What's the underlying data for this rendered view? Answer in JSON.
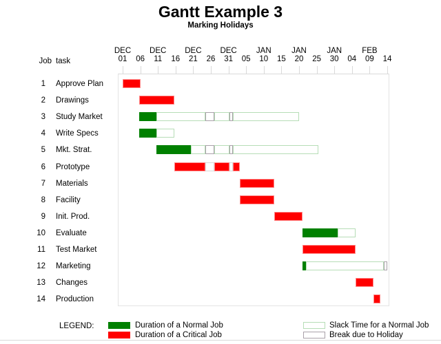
{
  "chart_data": {
    "type": "bar",
    "chart_style": "gantt",
    "title": "Gantt Example 3",
    "subtitle": "Marking Holidays",
    "xlabel": "",
    "ylabel": "",
    "axis_ticks": [
      {
        "month": "DEC",
        "day": "01",
        "pos": 0
      },
      {
        "month": "",
        "day": "06",
        "pos": 5
      },
      {
        "month": "DEC",
        "day": "11",
        "pos": 10
      },
      {
        "month": "",
        "day": "16",
        "pos": 15
      },
      {
        "month": "DEC",
        "day": "21",
        "pos": 20
      },
      {
        "month": "",
        "day": "26",
        "pos": 25
      },
      {
        "month": "DEC",
        "day": "31",
        "pos": 30
      },
      {
        "month": "",
        "day": "05",
        "pos": 35
      },
      {
        "month": "JAN",
        "day": "10",
        "pos": 40
      },
      {
        "month": "",
        "day": "15",
        "pos": 45
      },
      {
        "month": "JAN",
        "day": "20",
        "pos": 50
      },
      {
        "month": "",
        "day": "25",
        "pos": 55
      },
      {
        "month": "JAN",
        "day": "30",
        "pos": 60
      },
      {
        "month": "",
        "day": "04",
        "pos": 65
      },
      {
        "month": "FEB",
        "day": "09",
        "pos": 70
      },
      {
        "month": "",
        "day": "14",
        "pos": 75
      }
    ],
    "xlim": [
      0,
      75
    ],
    "grid": false,
    "column_headers": {
      "job": "Job",
      "task": "task"
    },
    "rows": [
      {
        "job": "1",
        "task": "Approve Plan",
        "segments": [
          {
            "kind": "critical",
            "start": 0,
            "end": 5
          }
        ]
      },
      {
        "job": "2",
        "task": "Drawings",
        "segments": [
          {
            "kind": "critical",
            "start": 4.7,
            "end": 14.7
          }
        ]
      },
      {
        "job": "3",
        "task": "Study Market",
        "segments": [
          {
            "kind": "normal",
            "start": 4.7,
            "end": 9.6
          },
          {
            "kind": "slack",
            "start": 9.6,
            "end": 23.4
          },
          {
            "kind": "holiday",
            "start": 23.4,
            "end": 26.0
          },
          {
            "kind": "slack",
            "start": 26.0,
            "end": 30.3
          },
          {
            "kind": "holiday",
            "start": 30.3,
            "end": 31.2
          },
          {
            "kind": "slack",
            "start": 31.2,
            "end": 50.0
          }
        ]
      },
      {
        "job": "4",
        "task": "Write Specs",
        "segments": [
          {
            "kind": "normal",
            "start": 4.7,
            "end": 9.6
          },
          {
            "kind": "slack",
            "start": 9.6,
            "end": 14.7
          }
        ]
      },
      {
        "job": "5",
        "task": "Mkt. Strat.",
        "segments": [
          {
            "kind": "normal",
            "start": 9.6,
            "end": 19.4
          },
          {
            "kind": "slack",
            "start": 19.4,
            "end": 23.4
          },
          {
            "kind": "holiday",
            "start": 23.4,
            "end": 26.0
          },
          {
            "kind": "slack",
            "start": 26.0,
            "end": 30.3
          },
          {
            "kind": "holiday",
            "start": 30.3,
            "end": 31.2
          },
          {
            "kind": "slack",
            "start": 31.2,
            "end": 55.5
          }
        ]
      },
      {
        "job": "6",
        "task": "Prototype",
        "segments": [
          {
            "kind": "critical",
            "start": 14.7,
            "end": 23.4
          },
          {
            "kind": "holiday-red",
            "start": 23.4,
            "end": 26.0
          },
          {
            "kind": "critical",
            "start": 26.0,
            "end": 30.3
          },
          {
            "kind": "holiday-red",
            "start": 30.3,
            "end": 31.2
          },
          {
            "kind": "critical",
            "start": 31.2,
            "end": 33.2
          }
        ]
      },
      {
        "job": "7",
        "task": "Materials",
        "segments": [
          {
            "kind": "critical",
            "start": 33.2,
            "end": 43.0
          }
        ]
      },
      {
        "job": "8",
        "task": "Facility",
        "segments": [
          {
            "kind": "critical",
            "start": 33.2,
            "end": 43.0
          }
        ]
      },
      {
        "job": "9",
        "task": "Init. Prod.",
        "segments": [
          {
            "kind": "critical",
            "start": 43.0,
            "end": 51.0
          }
        ]
      },
      {
        "job": "10",
        "task": "Evaluate",
        "segments": [
          {
            "kind": "normal",
            "start": 51.0,
            "end": 61.0
          },
          {
            "kind": "slack",
            "start": 61.0,
            "end": 66.0
          }
        ]
      },
      {
        "job": "11",
        "task": "Test Market",
        "segments": [
          {
            "kind": "critical",
            "start": 51.0,
            "end": 66.0
          }
        ]
      },
      {
        "job": "12",
        "task": "Marketing",
        "segments": [
          {
            "kind": "normal",
            "start": 51.0,
            "end": 52.0
          },
          {
            "kind": "slack",
            "start": 52.0,
            "end": 74.0
          },
          {
            "kind": "holiday",
            "start": 74.0,
            "end": 75.0
          }
        ]
      },
      {
        "job": "13",
        "task": "Changes",
        "segments": [
          {
            "kind": "critical",
            "start": 66.0,
            "end": 71.0
          }
        ]
      },
      {
        "job": "14",
        "task": "Production",
        "segments": [
          {
            "kind": "critical",
            "start": 71.0,
            "end": 73.0
          }
        ]
      }
    ],
    "legend": {
      "label": "LEGEND:",
      "entries": [
        {
          "key": "normal",
          "text": "Duration of a Normal Job",
          "color": "#008000"
        },
        {
          "key": "critical",
          "text": "Duration of a Critical Job",
          "color": "#ff0000"
        },
        {
          "key": "slack",
          "text": "Slack Time for a Normal Job",
          "color": "#b6ddb6"
        },
        {
          "key": "holiday",
          "text": "Break due to Holiday",
          "color": "#a8a0a8"
        }
      ]
    }
  }
}
